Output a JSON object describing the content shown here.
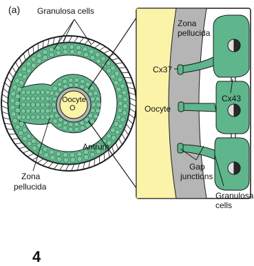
{
  "figure": {
    "panel_label": "(a)",
    "labels": {
      "granulosa_cells_top": "Granulosa cells",
      "oocyte_small": "Oocyte",
      "oocyte_small_sub": "O",
      "antrum": "Antrum",
      "zona_pellucida_left_1": "Zona",
      "zona_pellucida_left_2": "pellucida",
      "zona_pellucida_right_1": "Zona",
      "zona_pellucida_right_2": "pellucida",
      "cx37": "Cx37",
      "oocyte_large": "Oocyte",
      "cx43": "Cx43",
      "gap_junctions_1": "Gap",
      "gap_junctions_2": "junctions",
      "granulosa_cells_bottom_1": "Granulosa",
      "granulosa_cells_bottom_2": "cells"
    },
    "colors": {
      "granulosa_green": "#5fb58c",
      "oocyte_yellow": "#fbf3a8",
      "zona_gray": "#b5b5b5",
      "outline": "#1a1a1a"
    }
  },
  "footer": {
    "number": "4"
  }
}
